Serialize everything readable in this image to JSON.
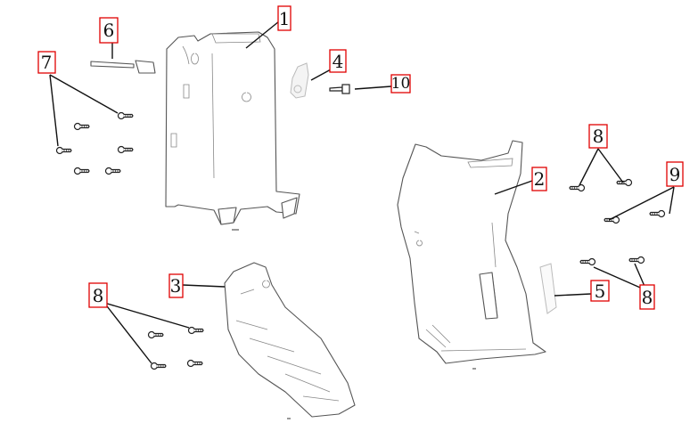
{
  "diagram": {
    "type": "exploded parts diagram",
    "callouts": [
      {
        "id": "callout-1",
        "label": "1"
      },
      {
        "id": "callout-2",
        "label": "2"
      },
      {
        "id": "callout-3",
        "label": "3"
      },
      {
        "id": "callout-4",
        "label": "4"
      },
      {
        "id": "callout-5",
        "label": "5"
      },
      {
        "id": "callout-6",
        "label": "6"
      },
      {
        "id": "callout-7",
        "label": "7"
      },
      {
        "id": "callout-8a",
        "label": "8"
      },
      {
        "id": "callout-8b",
        "label": "8"
      },
      {
        "id": "callout-8c",
        "label": "8"
      },
      {
        "id": "callout-9",
        "label": "9"
      },
      {
        "id": "callout-10",
        "label": "10"
      }
    ],
    "colors": {
      "callout_border": "#e00000",
      "line": "#111111"
    }
  }
}
